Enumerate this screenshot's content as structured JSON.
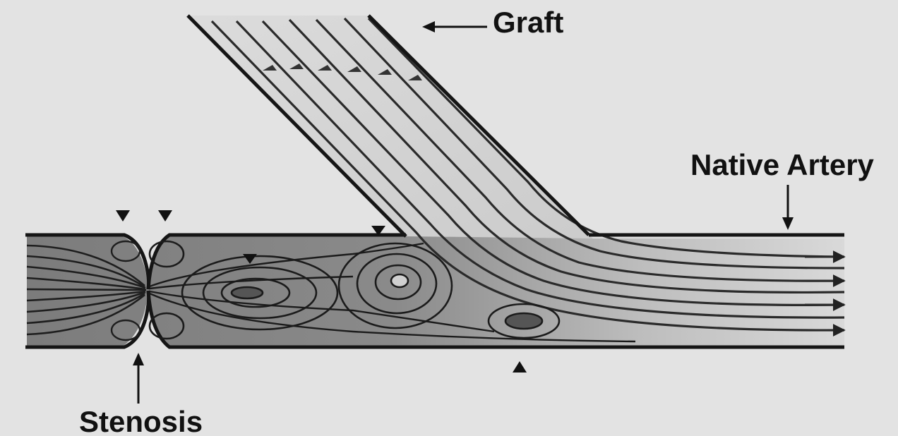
{
  "labels": {
    "graft": "Graft",
    "native_artery": "Native Artery",
    "stenosis": "Stenosis"
  },
  "colors": {
    "background": "#e3e3e3",
    "wall": "#151515",
    "streamline": "#2a2a2a",
    "vessel_fill": "#bdbdbd",
    "vortex_fill": "#6e6e6e"
  }
}
